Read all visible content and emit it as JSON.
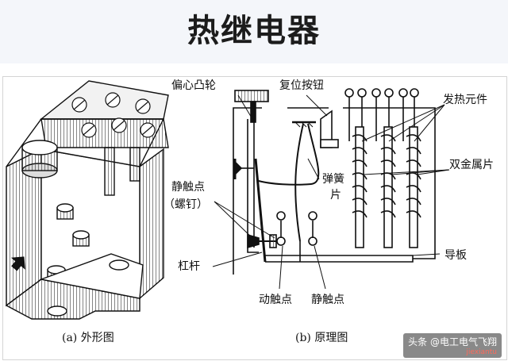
{
  "title": "热继电器",
  "captions": {
    "left": "(a) 外形图",
    "right": "(b) 原理图"
  },
  "labels": {
    "eccentric_cam": "偏心凸轮",
    "reset_button": "复位按钮",
    "heating_element": "发热元件",
    "bimetal": "双金属片",
    "static_contact_screw_1": "静触点",
    "static_contact_screw_2": "（螺钉）",
    "spring_1": "弹簧",
    "spring_2": "片",
    "lever": "杠杆",
    "guide_plate": "导板",
    "moving_contact": "动触点",
    "static_contact": "静触点"
  },
  "watermark": {
    "main": "头条 @电工电气飞翔",
    "sub": "jiexiantu"
  }
}
